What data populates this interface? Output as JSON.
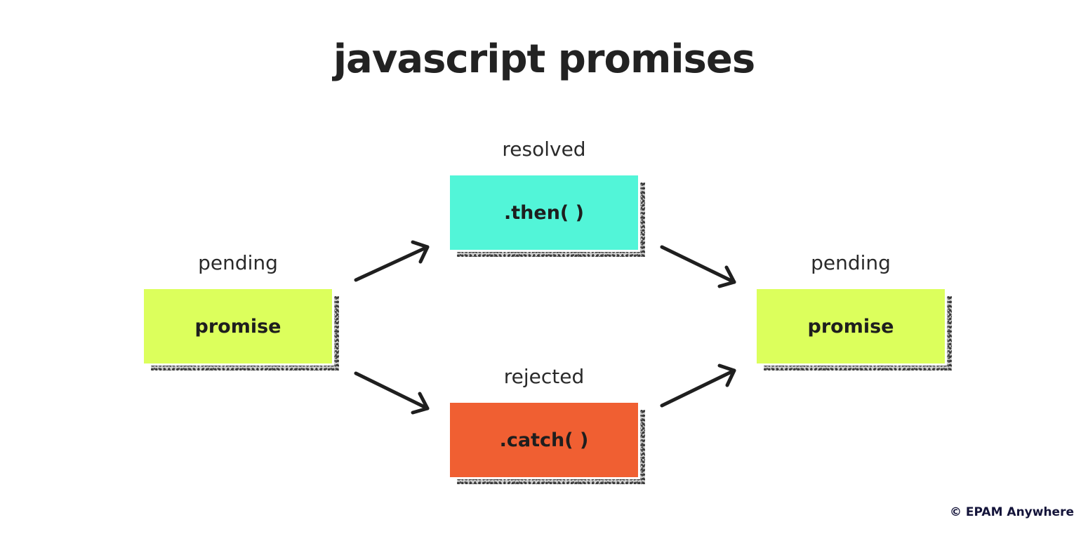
{
  "title": "javascript promises",
  "nodes": {
    "start": {
      "state": "pending",
      "label": "promise",
      "color": "#dcff5c"
    },
    "then": {
      "state": "resolved",
      "label": ".then( )",
      "color": "#52f5d8"
    },
    "catch": {
      "state": "rejected",
      "label": ".catch( )",
      "color": "#f05f32"
    },
    "end": {
      "state": "pending",
      "label": "promise",
      "color": "#dcff5c"
    }
  },
  "footer": {
    "copyright": "© EPAM Anywhere"
  }
}
